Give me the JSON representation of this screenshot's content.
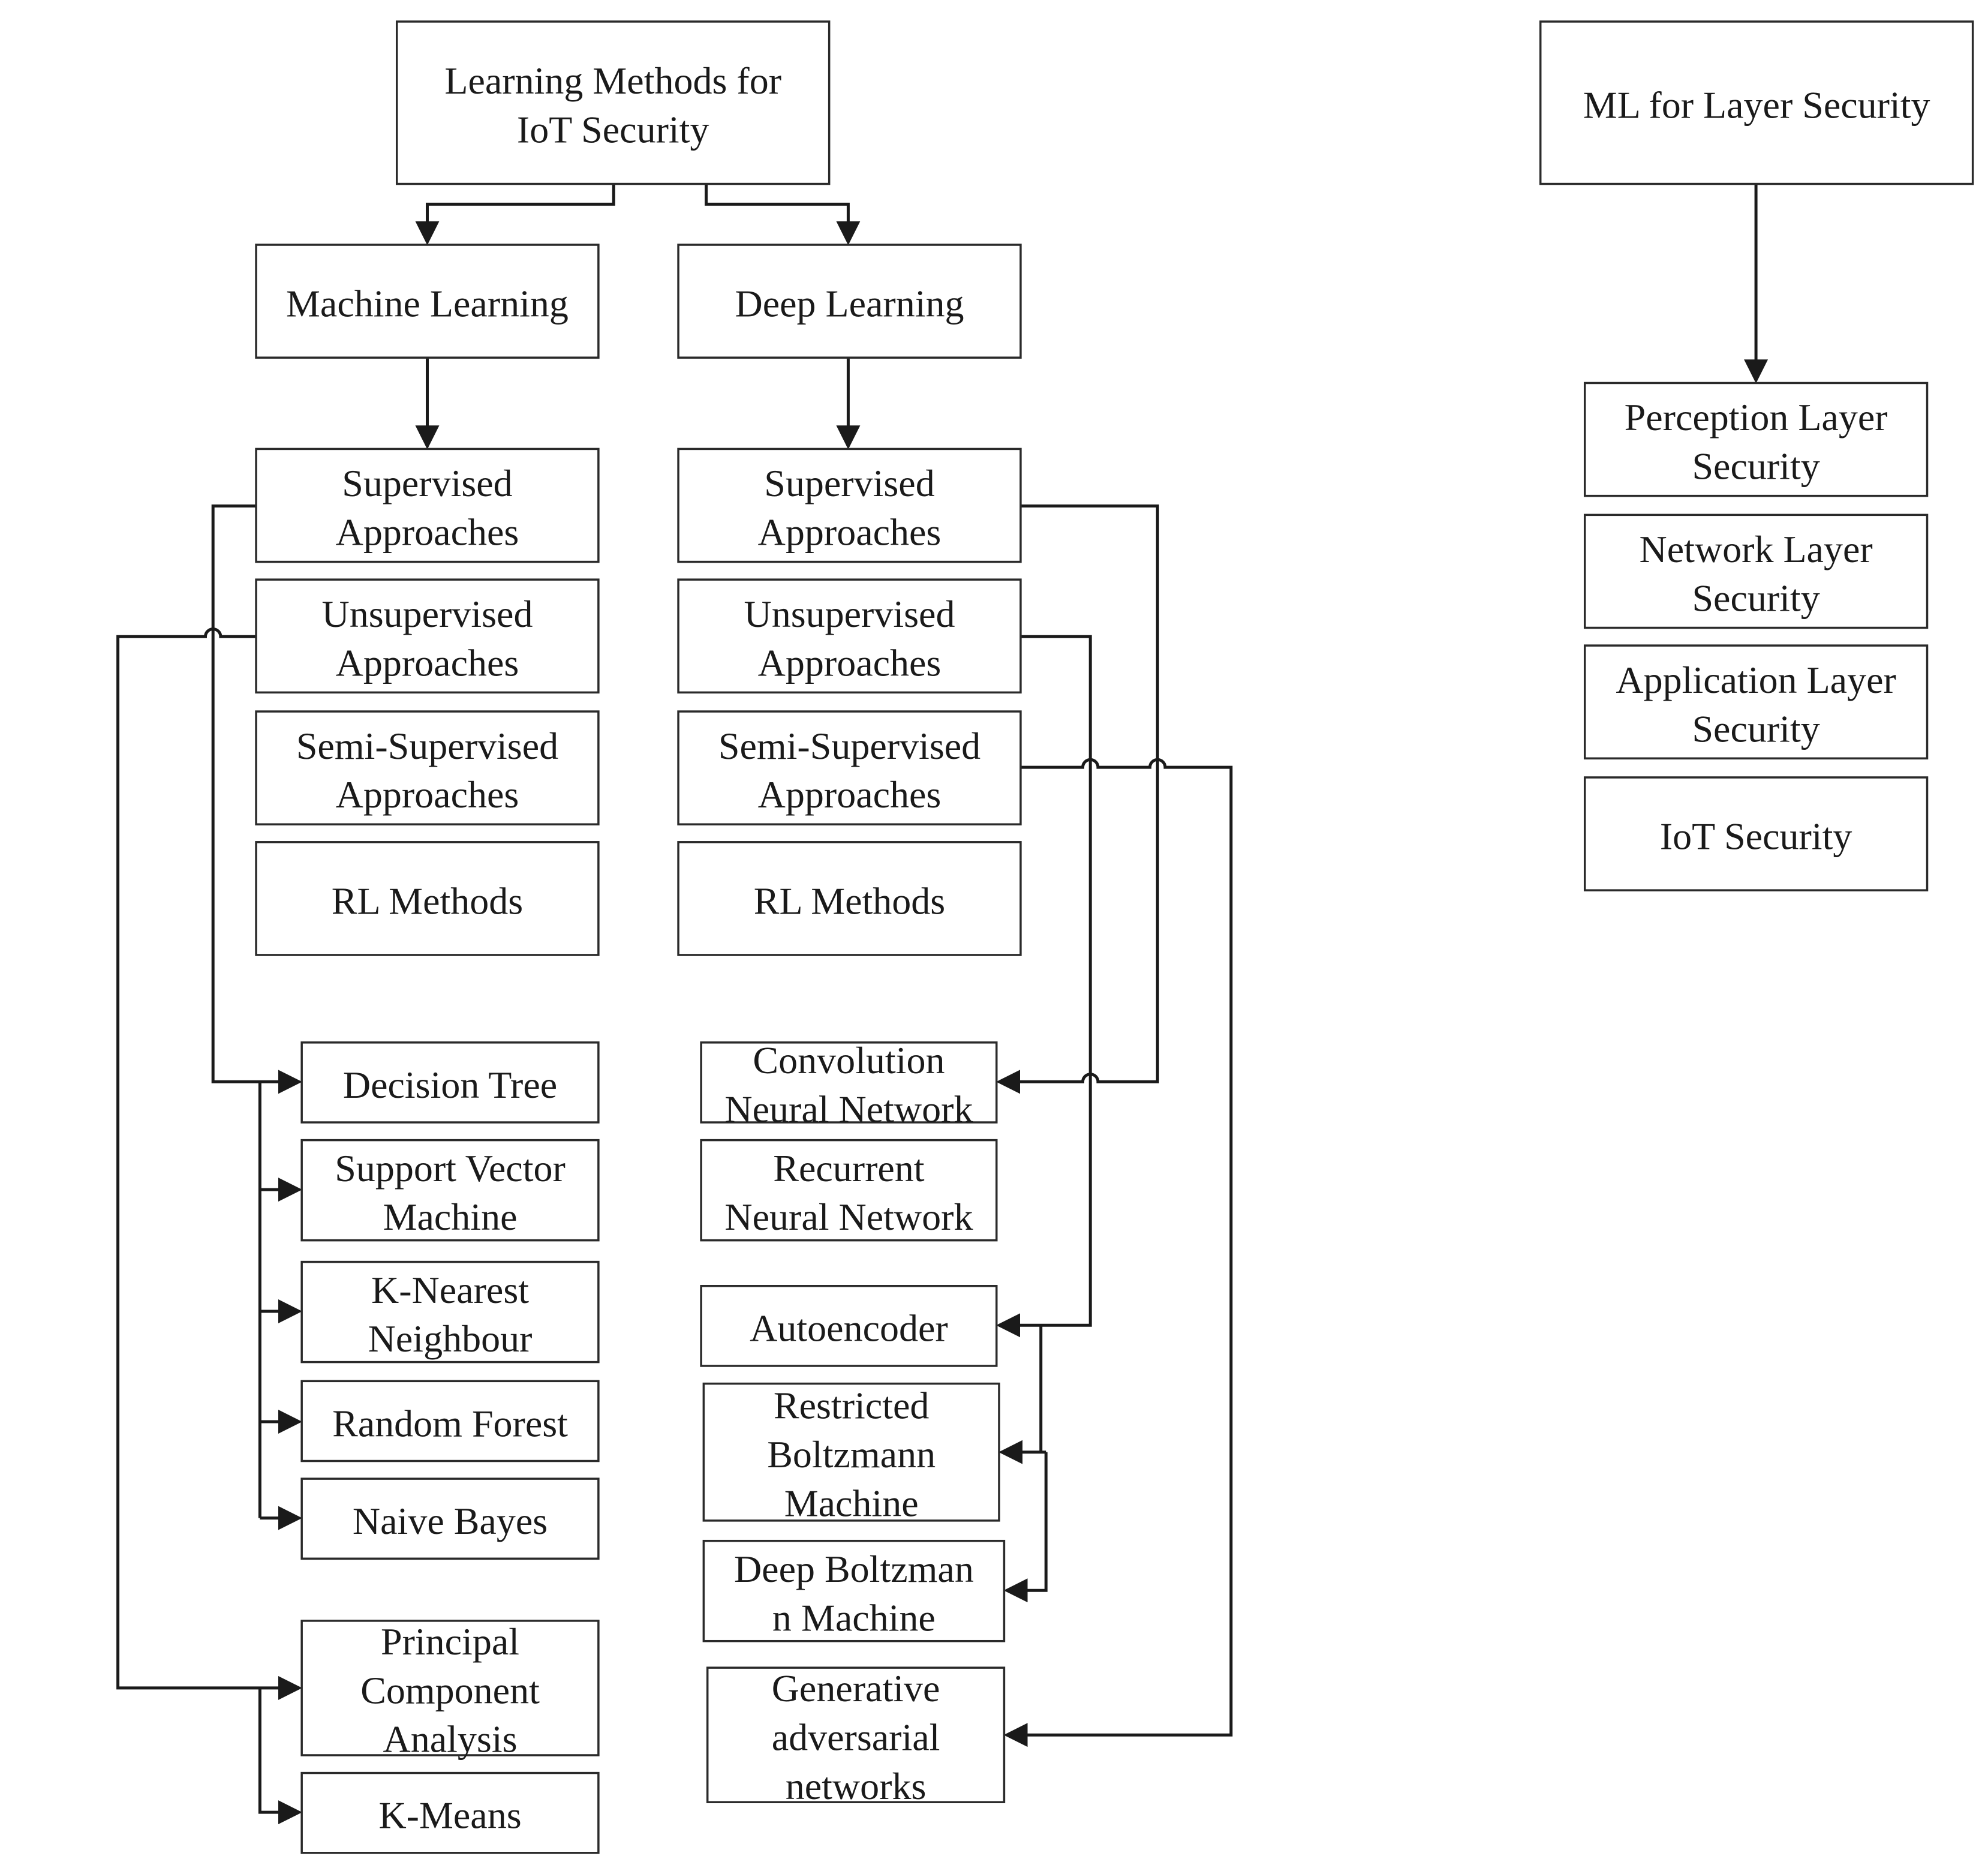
{
  "diagram": {
    "nodes": {
      "root": [
        "Learning Methods for",
        "IoT Security"
      ],
      "ml": [
        "Machine Learning"
      ],
      "dl": [
        "Deep Learning"
      ],
      "ml_sup": [
        "Supervised",
        "Approaches"
      ],
      "ml_unsup": [
        "Unsupervised",
        "Approaches"
      ],
      "ml_semi": [
        "Semi-Supervised",
        "Approaches"
      ],
      "ml_rl": [
        "RL Methods"
      ],
      "dl_sup": [
        "Supervised",
        "Approaches"
      ],
      "dl_unsup": [
        "Unsupervised",
        "Approaches"
      ],
      "dl_semi": [
        "Semi-Supervised",
        "Approaches"
      ],
      "dl_rl": [
        "RL Methods"
      ],
      "dt": [
        "Decision Tree"
      ],
      "svm": [
        "Support Vector",
        "Machine"
      ],
      "knn": [
        "K-Nearest",
        "Neighbour"
      ],
      "rf": [
        "Random Forest"
      ],
      "nb": [
        "Naive Bayes"
      ],
      "pca": [
        "Principal",
        "Component",
        "Analysis"
      ],
      "kmeans": [
        "K-Means"
      ],
      "cnn": [
        "Convolution",
        "Neural Network"
      ],
      "rnn": [
        "Recurrent",
        "Neural Network"
      ],
      "ae": [
        "Autoencoder"
      ],
      "rbm": [
        "Restricted",
        "Boltzmann",
        "Machine"
      ],
      "dbm": [
        "Deep Boltzman",
        "n Machine"
      ],
      "gan": [
        "Generative",
        "adversarial",
        "networks"
      ],
      "layer_root": [
        "ML  for Layer Security"
      ],
      "perception": [
        "Perception Layer",
        "Security"
      ],
      "network": [
        "Network Layer",
        "Security"
      ],
      "application": [
        "Application Layer",
        "Security"
      ],
      "iot": [
        "IoT Security"
      ]
    }
  }
}
